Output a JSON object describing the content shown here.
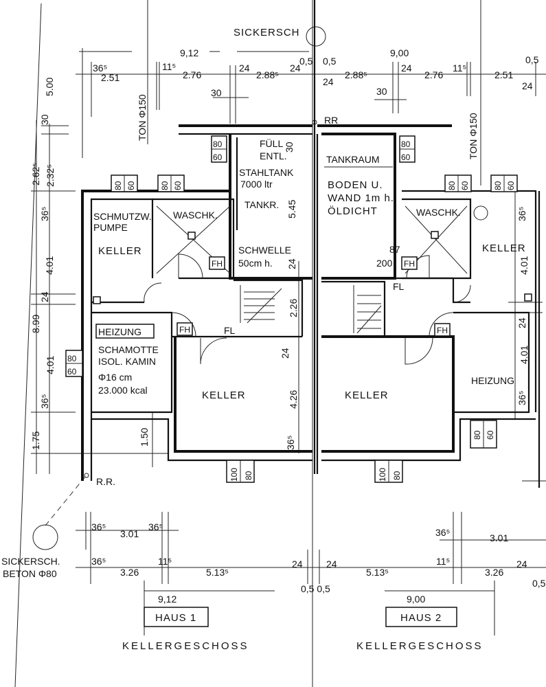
{
  "top": {
    "sickersch": "SICKERSCH",
    "total_h1": "9,12",
    "total_h2": "9,00",
    "d_365_a": "36⁵",
    "d_251_a": "2.51",
    "d_115_a": "11⁵",
    "d_276_a": "2.76",
    "d_24_a": "24",
    "d_2885_a": "2.88⁵",
    "d_24_b": "24",
    "d_05_a": "0,5",
    "d_05_b": "0,5",
    "d_24_c": "24",
    "d_2885_b": "2.88⁵",
    "d_24_d": "24",
    "d_30_a": "30",
    "d_30_b": "30",
    "d_276_b": "2.76",
    "d_115_b": "11⁵",
    "d_251_b": "2.51",
    "d_05_c": "0,5",
    "d_24_e": "24",
    "ton_1": "TON Φ150",
    "ton_2": "TON Φ150",
    "rr": "RR"
  },
  "left": {
    "v500": "5.00",
    "v30": "30",
    "v2625": "2.62⁵",
    "v2325": "2.32⁵",
    "v365_a": "36⁵",
    "v401_a": "4.01",
    "v24": "24",
    "v899": "8.99",
    "v401_b": "4.01",
    "v365_b": "36⁵",
    "v175": "1.75",
    "v150": "1.50"
  },
  "haus1": {
    "fuell": "FÜLL",
    "entl": "ENTL.",
    "d30": "30",
    "stahltank": "STAHLTANK",
    "ltr": "7000 ltr",
    "tankr": "TANKR.",
    "d545": "5.45",
    "schmutzw": "SCHMUTZW.",
    "pumpe": "PUMPE",
    "waschk": "WASCHK.",
    "keller_small": "KELLER",
    "schwelle": "SCHWELLE",
    "schwelle_h": "50cm h.",
    "d24_a": "24",
    "fh_a": "FH",
    "fh_b": "FH",
    "fl": "FL",
    "d226": "2.26",
    "heizung": "HEIZUNG",
    "schamotte": "SCHAMOTTE",
    "kamin": "ISOL. KAMIN",
    "phi": "Φ16 cm",
    "kcal": "23.000 kcal",
    "d24_b": "24",
    "keller_main": "KELLER",
    "d426": "4.26",
    "d365": "36⁵",
    "rr": "R.R."
  },
  "haus2": {
    "tankraum": "TANKRAUM",
    "boden": "BODEN U.",
    "wand": "WAND 1m h.",
    "oeldicht": "ÖLDICHT",
    "waschk": "WASCHK.",
    "keller_small": "KELLER",
    "d87": "87",
    "d200": "200",
    "fh_a": "FH",
    "fh_b": "FH",
    "fl": "FL",
    "d365_a": "36⁵",
    "d401_a": "4.01",
    "d24": "24",
    "d401_b": "4.01",
    "d365_b": "36⁵",
    "keller_main": "KELLER",
    "heizung": "HEIZUNG"
  },
  "windows": {
    "w80": "80",
    "w60": "60",
    "w100": "100"
  },
  "bottom": {
    "sickersch": "SICKERSCH.",
    "beton": "BETON Φ80",
    "b365_a": "36⁵",
    "b301_a": "3.01",
    "b365_b": "36⁵",
    "b365_c": "36⁵",
    "b326_a": "3.26",
    "b115_a": "11⁵",
    "b5135_a": "5.13⁵",
    "b24_a": "24",
    "b24_b": "24",
    "b5135_b": "5.13⁵",
    "b115_b": "11⁵",
    "b326_b": "3.26",
    "b24_c": "24",
    "b05_c": "0,5",
    "b365_d": "36⁵",
    "b301_b": "3.01",
    "b05": "0,5 0,5",
    "total_h1": "9,12",
    "total_h2": "9,00",
    "haus1": "HAUS 1",
    "haus2": "HAUS 2",
    "geschoss1": "KELLERGESCHOSS",
    "geschoss2": "KELLERGESCHOSS"
  }
}
